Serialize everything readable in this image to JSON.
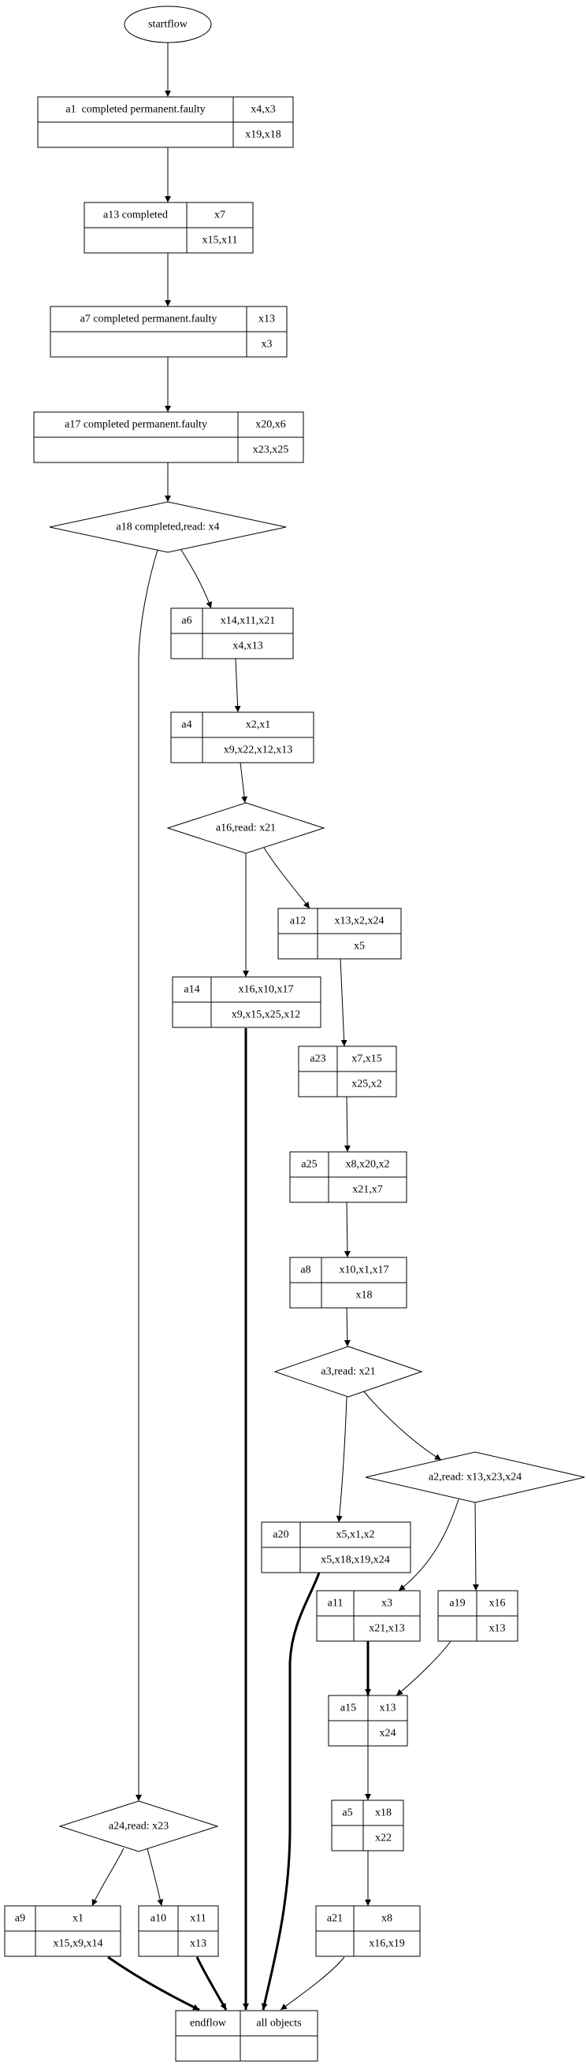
{
  "diagram": {
    "type": "flowchart",
    "nodes": [
      {
        "id": "startflow",
        "shape": "ellipse",
        "label": "startflow"
      },
      {
        "id": "a1",
        "shape": "record",
        "name": "a1  completed permanent.faulty",
        "top": "x4,x3",
        "bottom": "x19,x18"
      },
      {
        "id": "a13",
        "shape": "record",
        "name": "a13 completed",
        "top": "x7",
        "bottom": "x15,x11"
      },
      {
        "id": "a7",
        "shape": "record",
        "name": "a7 completed permanent.faulty",
        "top": "x13",
        "bottom": "x3"
      },
      {
        "id": "a17",
        "shape": "record",
        "name": "a17 completed permanent.faulty",
        "top": "x20,x6",
        "bottom": "x23,x25"
      },
      {
        "id": "a18",
        "shape": "diamond",
        "label": "a18 completed,read: x4"
      },
      {
        "id": "a6",
        "shape": "record",
        "name": "a6",
        "top": "x14,x11,x21",
        "bottom": "x4,x13"
      },
      {
        "id": "a4",
        "shape": "record",
        "name": "a4",
        "top": "x2,x1",
        "bottom": "x9,x22,x12,x13"
      },
      {
        "id": "a16",
        "shape": "diamond",
        "label": "a16,read: x21"
      },
      {
        "id": "a12",
        "shape": "record",
        "name": "a12",
        "top": "x13,x2,x24",
        "bottom": "x5"
      },
      {
        "id": "a14",
        "shape": "record",
        "name": "a14",
        "top": "x16,x10,x17",
        "bottom": "x9,x15,x25,x12"
      },
      {
        "id": "a23",
        "shape": "record",
        "name": "a23",
        "top": "x7,x15",
        "bottom": "x25,x2"
      },
      {
        "id": "a25",
        "shape": "record",
        "name": "a25",
        "top": "x8,x20,x2",
        "bottom": "x21,x7"
      },
      {
        "id": "a8",
        "shape": "record",
        "name": "a8",
        "top": "x10,x1,x17",
        "bottom": "x18"
      },
      {
        "id": "a3",
        "shape": "diamond",
        "label": "a3,read: x21"
      },
      {
        "id": "a2",
        "shape": "diamond",
        "label": "a2,read: x13,x23,x24"
      },
      {
        "id": "a20",
        "shape": "record",
        "name": "a20",
        "top": "x5,x1,x2",
        "bottom": "x5,x18,x19,x24"
      },
      {
        "id": "a11",
        "shape": "record",
        "name": "a11",
        "top": "x3",
        "bottom": "x21,x13"
      },
      {
        "id": "a19",
        "shape": "record",
        "name": "a19",
        "top": "x16",
        "bottom": "x13"
      },
      {
        "id": "a15",
        "shape": "record",
        "name": "a15",
        "top": "x13",
        "bottom": "x24"
      },
      {
        "id": "a5",
        "shape": "record",
        "name": "a5",
        "top": "x18",
        "bottom": "x22"
      },
      {
        "id": "a21",
        "shape": "record",
        "name": "a21",
        "top": "x8",
        "bottom": "x16,x19"
      },
      {
        "id": "a24",
        "shape": "diamond",
        "label": "a24,read: x23"
      },
      {
        "id": "a9",
        "shape": "record",
        "name": "a9",
        "top": "x1",
        "bottom": "x15,x9,x14"
      },
      {
        "id": "a10",
        "shape": "record",
        "name": "a10",
        "top": "x11",
        "bottom": "x13"
      },
      {
        "id": "endflow",
        "shape": "record",
        "name": "endflow",
        "top": "all objects",
        "bottom": ""
      }
    ],
    "edges": [
      {
        "from": "startflow",
        "to": "a1",
        "bold": false
      },
      {
        "from": "a1",
        "to": "a13",
        "bold": false
      },
      {
        "from": "a13",
        "to": "a7",
        "bold": false
      },
      {
        "from": "a7",
        "to": "a17",
        "bold": false
      },
      {
        "from": "a17",
        "to": "a18",
        "bold": false
      },
      {
        "from": "a18",
        "to": "a6",
        "bold": false
      },
      {
        "from": "a18",
        "to": "a24",
        "bold": false
      },
      {
        "from": "a6",
        "to": "a4",
        "bold": false
      },
      {
        "from": "a4",
        "to": "a16",
        "bold": false
      },
      {
        "from": "a16",
        "to": "a12",
        "bold": false
      },
      {
        "from": "a16",
        "to": "a14",
        "bold": false
      },
      {
        "from": "a12",
        "to": "a23",
        "bold": false
      },
      {
        "from": "a23",
        "to": "a25",
        "bold": false
      },
      {
        "from": "a25",
        "to": "a8",
        "bold": false
      },
      {
        "from": "a8",
        "to": "a3",
        "bold": false
      },
      {
        "from": "a3",
        "to": "a2",
        "bold": false
      },
      {
        "from": "a3",
        "to": "a20",
        "bold": false
      },
      {
        "from": "a2",
        "to": "a11",
        "bold": false
      },
      {
        "from": "a2",
        "to": "a19",
        "bold": false
      },
      {
        "from": "a11",
        "to": "a15",
        "bold": true
      },
      {
        "from": "a19",
        "to": "a15",
        "bold": false
      },
      {
        "from": "a15",
        "to": "a5",
        "bold": false
      },
      {
        "from": "a5",
        "to": "a21",
        "bold": false
      },
      {
        "from": "a24",
        "to": "a9",
        "bold": false
      },
      {
        "from": "a24",
        "to": "a10",
        "bold": false
      },
      {
        "from": "a9",
        "to": "endflow",
        "bold": true
      },
      {
        "from": "a10",
        "to": "endflow",
        "bold": true
      },
      {
        "from": "a14",
        "to": "endflow",
        "bold": true
      },
      {
        "from": "a20",
        "to": "endflow",
        "bold": true
      },
      {
        "from": "a21",
        "to": "endflow",
        "bold": false
      }
    ]
  },
  "colors": {
    "stroke": "#000000",
    "background": "#ffffff"
  }
}
